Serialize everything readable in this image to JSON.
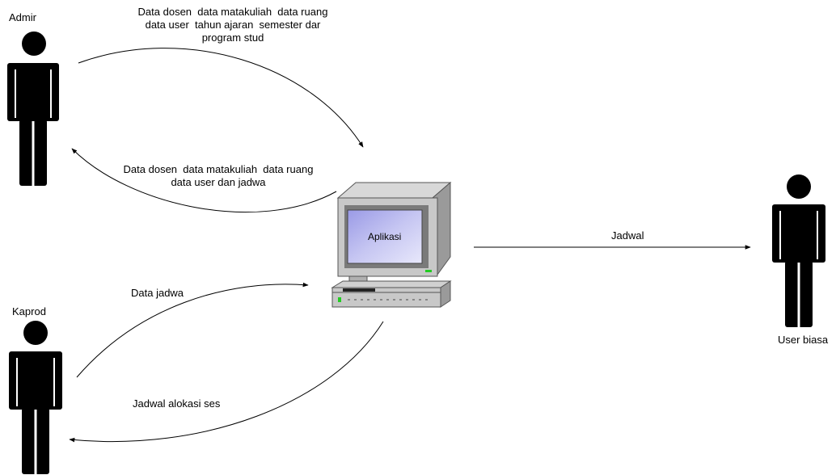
{
  "actors": {
    "admin": {
      "label": "Admir",
      "icon": "person-icon"
    },
    "kaprodi": {
      "label": "Kaprod",
      "icon": "person-icon"
    },
    "user": {
      "label": "User biasa",
      "icon": "person-icon"
    }
  },
  "system": {
    "label": "Aplikasi",
    "icon": "computer-icon"
  },
  "flows": {
    "admin_to_system": "Data dosen  data matakuliah  data ruang\ndata user  tahun ajaran  semester dar\nprogram stud",
    "system_to_admin": "Data dosen  data matakuliah  data ruang\ndata user dan jadwa",
    "kaprodi_to_system": "Data jadwa",
    "system_to_kaprodi": "Jadwal  alokasi ses",
    "system_to_user": "Jadwal"
  },
  "colors": {
    "line": "#000000",
    "monitor_body": "#c0c0c0",
    "screen": "#b8b8ee",
    "led": "#22cc22"
  }
}
